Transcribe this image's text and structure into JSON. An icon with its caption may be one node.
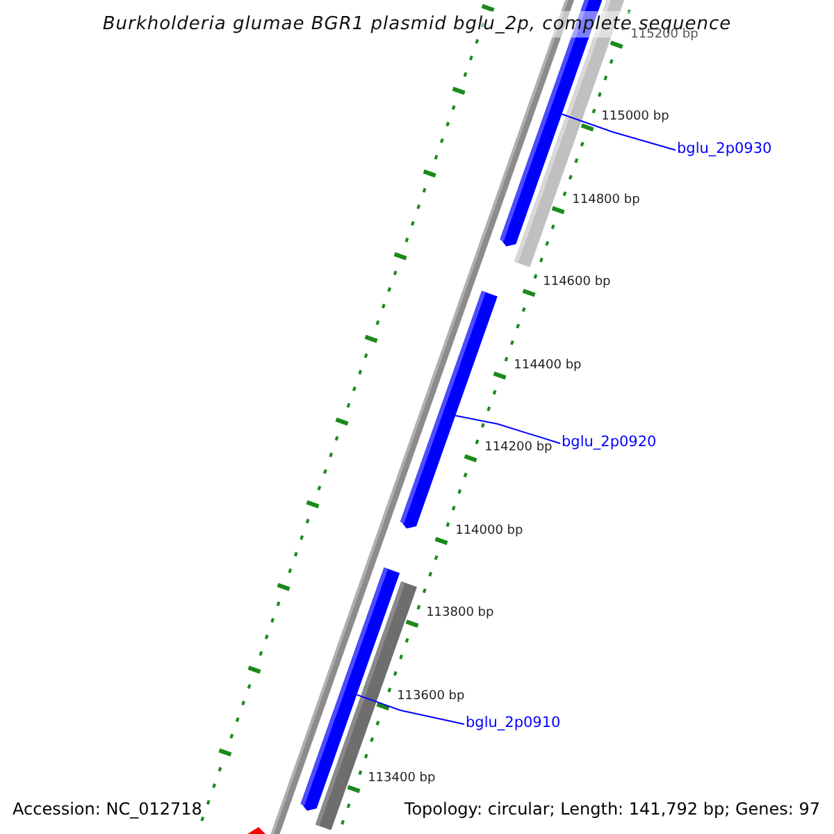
{
  "diagram": {
    "title": "Burkholderia glumae BGR1 plasmid bglu_2p, complete sequence",
    "nodes": [
      {
        "text": [
          "bglu_2p0930"
        ]
      },
      {
        "text": [
          "bglu_2p0920"
        ]
      },
      {
        "text": [
          "bglu_2p0910"
        ]
      },
      {
        "text": [],
        "shape": "bar"
      },
      {
        "text": [],
        "shape": "bar"
      },
      {
        "text": [],
        "shape": "bar"
      }
    ],
    "edges": [
      {
        "from": 0,
        "to": 3,
        "arrow": "none"
      },
      {
        "from": 1,
        "to": 4,
        "arrow": "none"
      },
      {
        "from": 2,
        "to": 5,
        "arrow": "none"
      }
    ],
    "labels": [
      "115200 bp",
      "115000 bp",
      "114800 bp",
      "114600 bp",
      "114400 bp",
      "114200 bp",
      "114000 bp",
      "113800 bp",
      "113600 bp",
      "113400 bp",
      "Accession: NC_012718",
      "Topology: circular; Length: 141,792 bp; Genes: 97"
    ]
  }
}
